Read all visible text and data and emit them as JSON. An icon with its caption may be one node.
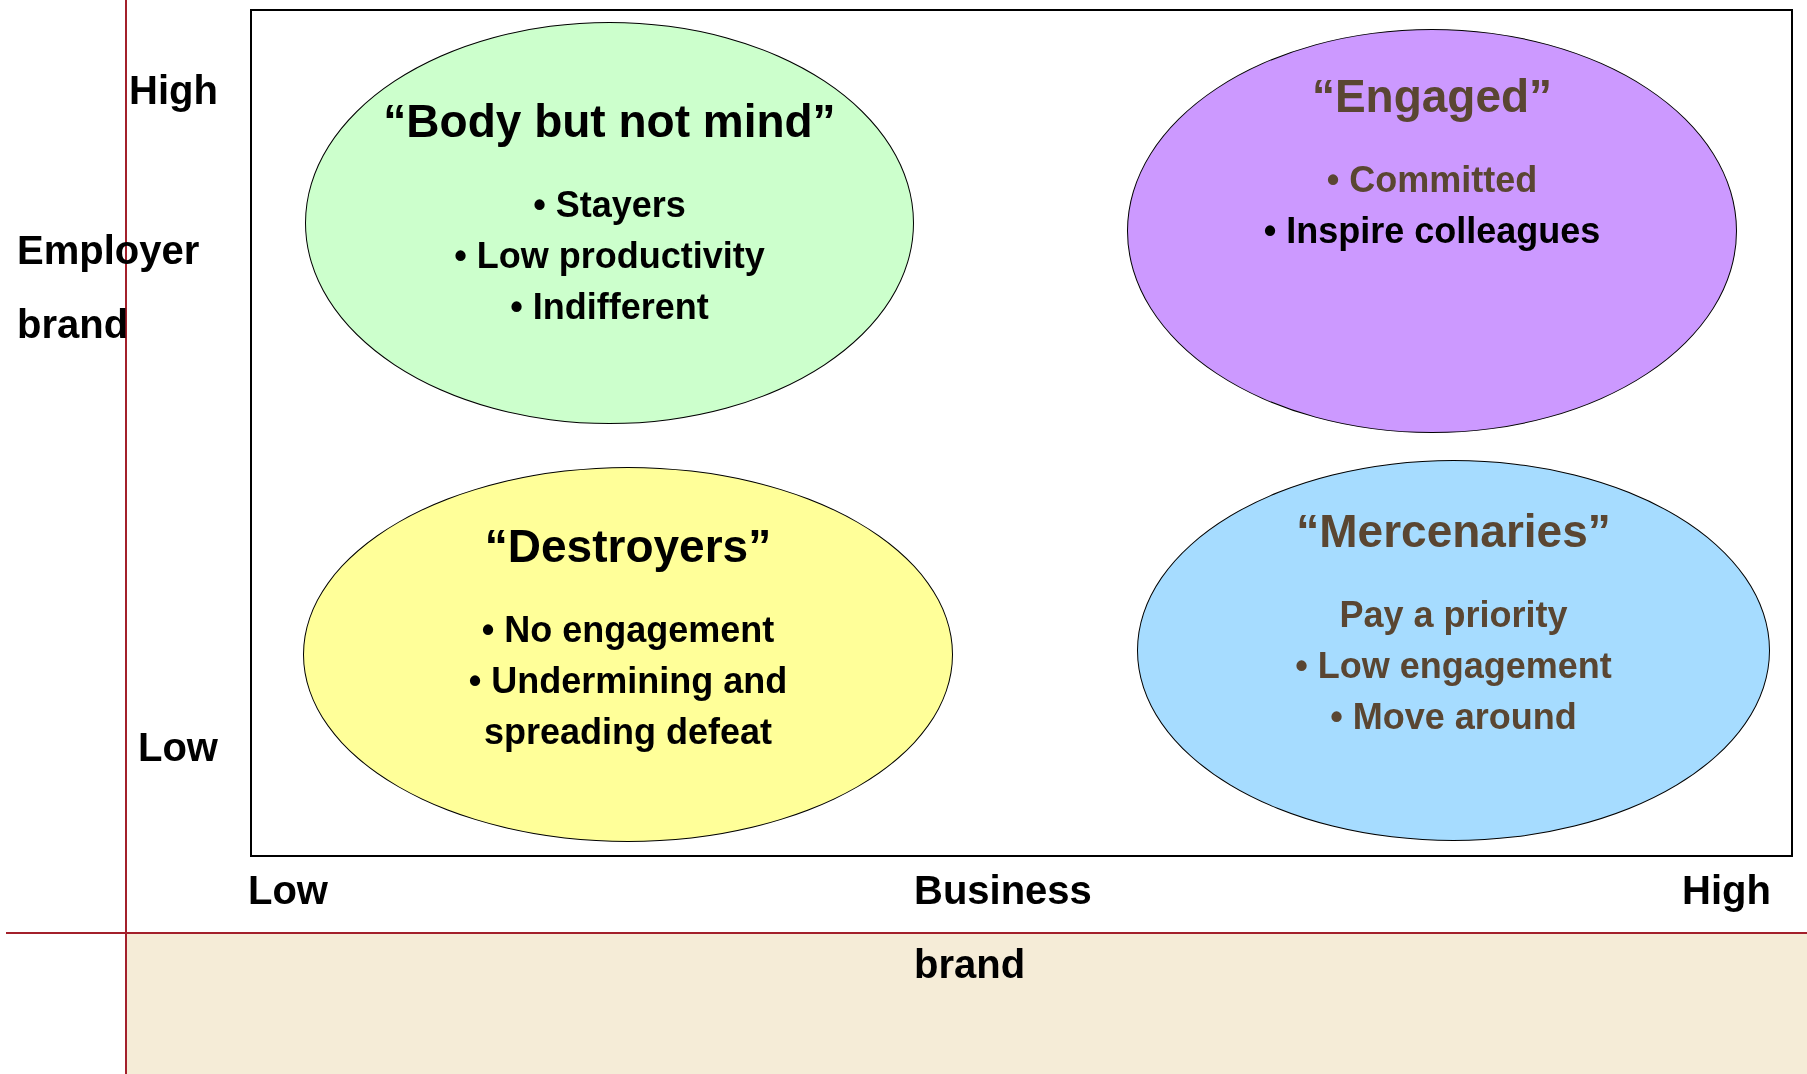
{
  "diagram": {
    "nodes": [
      {
        "text": [
          "“Body but not mind”",
          "• Stayers",
          "• Low productivity",
          "• Indifferent"
        ]
      },
      {
        "text": [
          "“Engaged”",
          "• Committed",
          "• Inspire colleagues"
        ]
      },
      {
        "text": [
          "“Destroyers”",
          "• No engagement",
          "• Undermining and spreading defeat"
        ]
      },
      {
        "text": [
          "“Mercenaries”",
          "Pay a priority",
          "• Low engagement",
          "• Move around"
        ]
      }
    ],
    "labels": [
      "High",
      "Employer brand",
      "Low",
      "Low",
      "Business brand",
      "High"
    ]
  }
}
